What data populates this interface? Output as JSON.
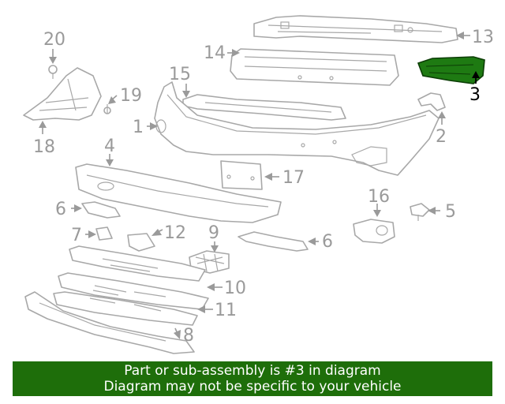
{
  "highlight_color": "#1e7a12",
  "banner": {
    "line1": "Part or sub-assembly is #3 in diagram",
    "line2": "Diagram may not be specific to your vehicle",
    "background": "#1e6e0a"
  },
  "callouts": {
    "c1": "1",
    "c2": "2",
    "c3": "3",
    "c4": "4",
    "c5": "5",
    "c6a": "6",
    "c6b": "6",
    "c7": "7",
    "c8": "8",
    "c9": "9",
    "c10": "10",
    "c11": "11",
    "c12": "12",
    "c13": "13",
    "c14": "14",
    "c15": "15",
    "c16": "16",
    "c17": "17",
    "c18": "18",
    "c19": "19",
    "c20": "20"
  },
  "highlighted_part": "3"
}
